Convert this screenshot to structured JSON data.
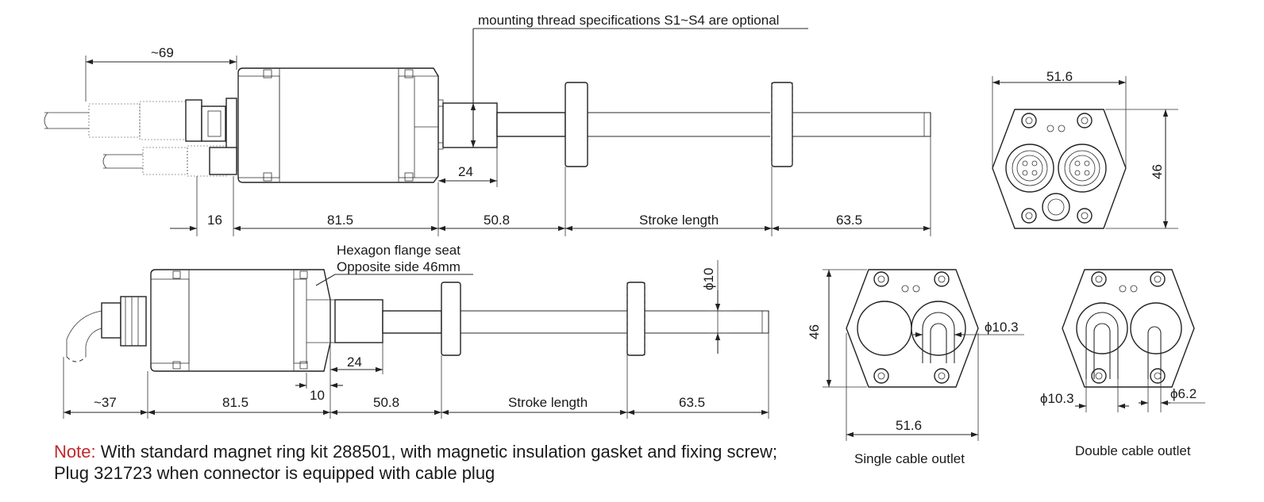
{
  "callouts": {
    "thread": "mounting thread specifications S1~S4 are optional",
    "flange_line1": "Hexagon flange seat",
    "flange_line2": "Opposite side 46mm"
  },
  "top_view": {
    "dim_cable": "~69",
    "dim_a": "16",
    "dim_body": "81.5",
    "dim_thread": "24",
    "dim_b": "50.8",
    "dim_stroke": "Stroke length",
    "dim_end": "63.5"
  },
  "bottom_view": {
    "dim_cable": "~37",
    "dim_body": "81.5",
    "dim_flange": "10",
    "dim_thread": "24",
    "dim_b": "50.8",
    "dim_stroke": "Stroke length",
    "dim_end": "63.5",
    "dim_rod": "ϕ10"
  },
  "connector_end": {
    "width": "51.6",
    "height": "46"
  },
  "single_outlet": {
    "caption": "Single cable outlet",
    "width": "51.6",
    "height": "46",
    "cable_dia": "ϕ10.3"
  },
  "double_outlet": {
    "caption": "Double cable outlet",
    "cable_dia_1": "ϕ10.3",
    "cable_dia_2": "ϕ6.2"
  },
  "note": {
    "label": "Note:",
    "text": " With standard magnet ring kit 288501, with magnetic insulation gasket and fixing screw; Plug 321723 when connector is equipped with cable plug"
  }
}
